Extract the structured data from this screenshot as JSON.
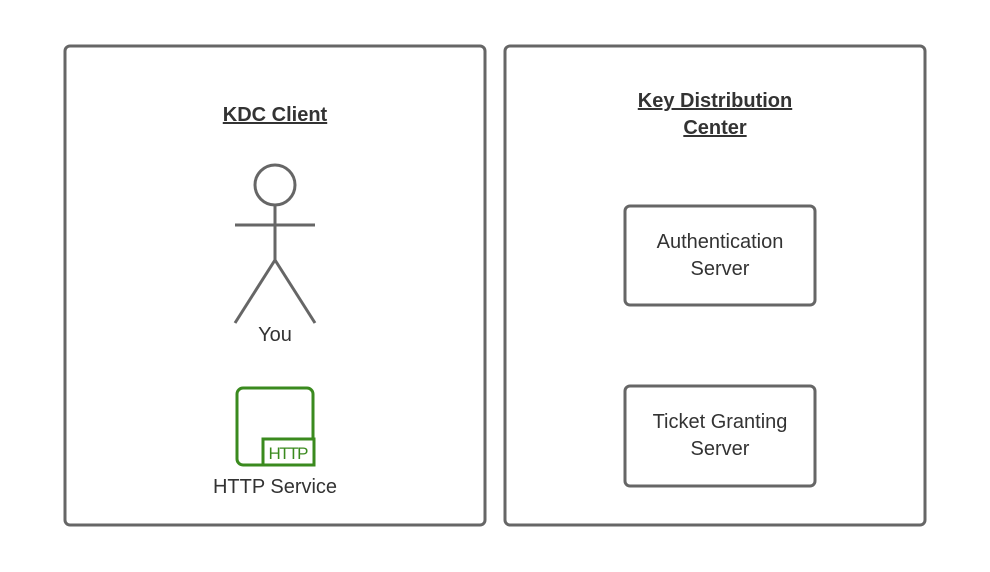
{
  "containers": {
    "kdc_client": {
      "title": "KDC Client"
    },
    "kdc": {
      "title_lines": [
        "Key Distribution",
        "Center"
      ]
    }
  },
  "actor": {
    "label": "You"
  },
  "http_service": {
    "icon_text": "HTTP",
    "label": "HTTP Service",
    "color": "#3a8a1e"
  },
  "servers": [
    {
      "lines": [
        "Authentication",
        "Server"
      ]
    },
    {
      "lines": [
        "Ticket Granting",
        "Server"
      ]
    }
  ],
  "colors": {
    "stroke": "#666666",
    "text": "#333333"
  }
}
